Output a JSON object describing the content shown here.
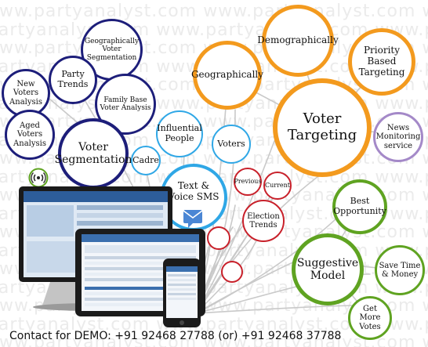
{
  "watermark": "www.partyanalyst.com",
  "colors": {
    "navy": "#1d1e7a",
    "blue": "#2fa7e6",
    "red": "#c8202a",
    "orange": "#f39a1e",
    "green": "#5fa321",
    "lilac": "#a489c8"
  },
  "nodes": {
    "geo_voter_segmentation": "Geographically Voter Segmentation",
    "new_voters": "New Voters Analysis",
    "party_trends": "Party Trends",
    "family_base": "Family Base Voter Analysis",
    "aged_voters": "Aged Voters Analysis",
    "voter_segmentation": "Voter Segmentation",
    "influential_people": "Influential People",
    "voters": "Voters",
    "cadre": "Cadre",
    "text_voice_sms": "Text & Voice SMS",
    "previous": "Previous",
    "current": "Current",
    "election_trends": "Election Trends",
    "demographically": "Demographically",
    "geographically": "Geographically",
    "priority_targeting": "Priority Based Targeting",
    "voter_targeting": "Voter Targeting",
    "news_monitoring": "News Monitoring service",
    "best_opportunity": "Best Opportunity",
    "suggestive_model": "Suggestive Model",
    "save_time_money": "Save Time & Money",
    "get_more_votes": "Get More Votes"
  },
  "icons": [
    "wifi-broadcast-icon",
    "no-broadcast-icon",
    "sms-envelope-icon"
  ],
  "contact": "Contact for DEMO: +91 92468 27788 (or) +91 92468 37788"
}
